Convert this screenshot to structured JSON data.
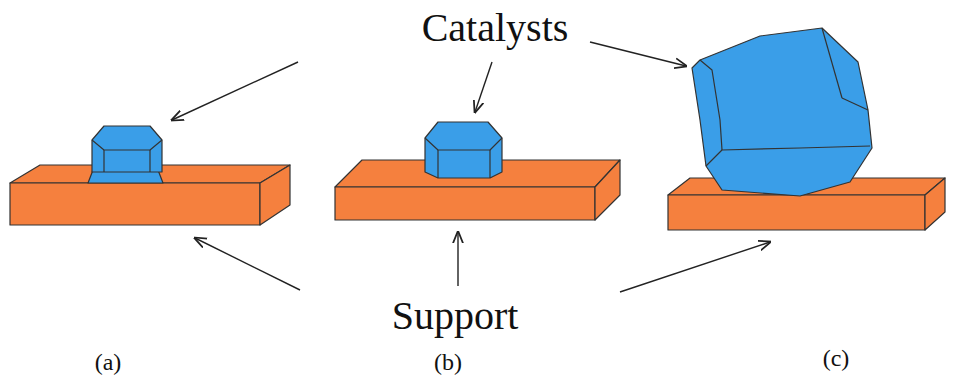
{
  "diagram": {
    "labels": [
      "Catalysts",
      "Support",
      "(a)",
      "(b)",
      "(c)"
    ]
  }
}
